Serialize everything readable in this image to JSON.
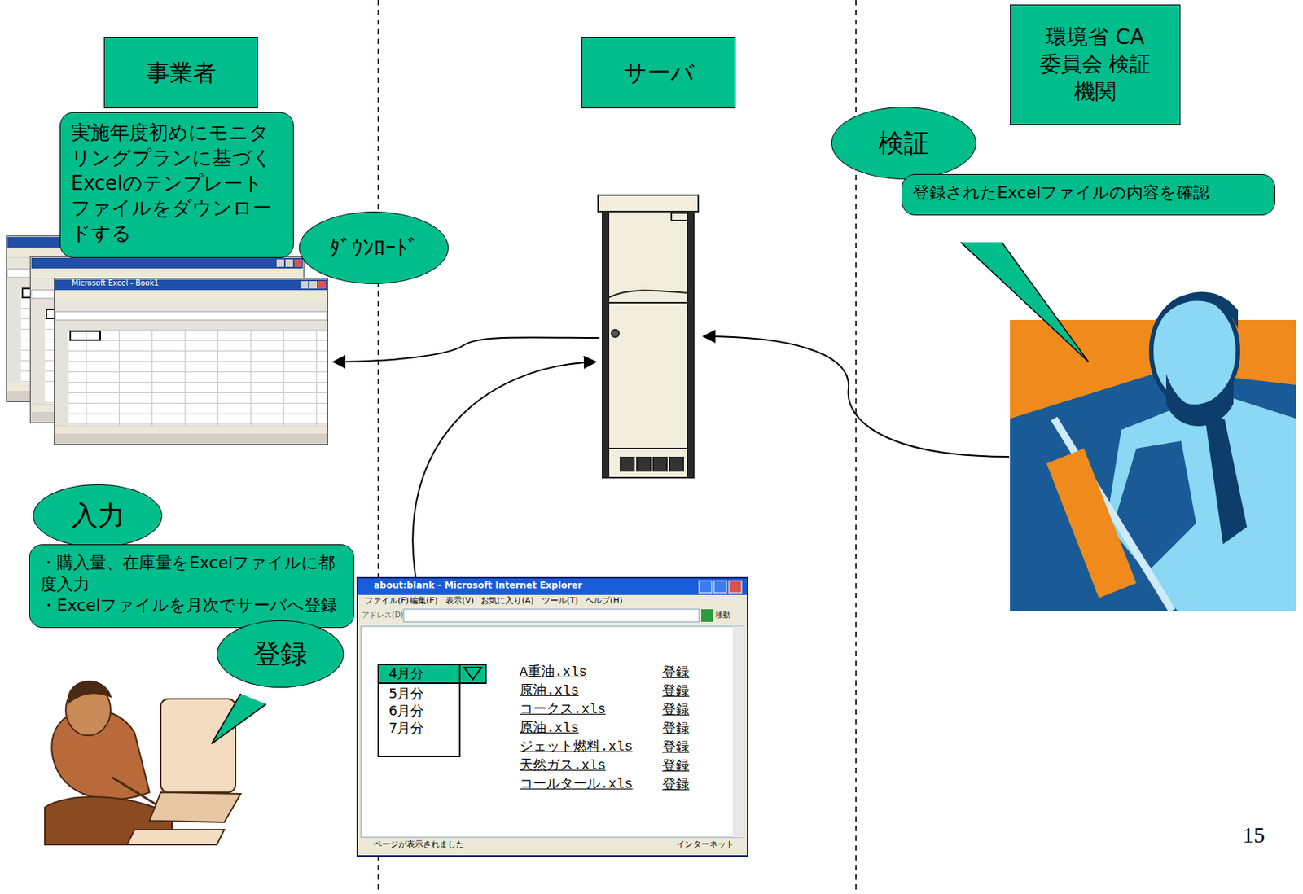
{
  "diagram": {
    "nodes": [
      {
        "text": [
          "事業者"
        ]
      },
      {
        "text": [
          "サーバ"
        ]
      },
      {
        "text": [
          "環境省 CA委員会 検証機関"
        ]
      },
      {
        "text": [
          "実施年度初めにモニタリングプランに基づくExcelのテンプレートファイルをダウンロードする"
        ]
      },
      {
        "text": [
          "ﾀﾞｳﾝﾛｰﾄﾞ"
        ]
      },
      {
        "text": [
          "検証"
        ]
      },
      {
        "text": [
          "登録されたExcelファイルの内容を確認"
        ]
      },
      {
        "text": [
          "入力"
        ]
      },
      {
        "text": [
          "・購入量、在庫量をExcelファイルに都度入力",
          "・Excelファイルを月次でサーバへ登録"
        ]
      },
      {
        "text": [
          "登録"
        ]
      }
    ],
    "labels": [
      "Microsoft Excel - Book1",
      "about:blank - Microsoft Internet Explorer",
      "ファイル(F)",
      "編集(E)",
      "表示(V)",
      "お気に入り(A)",
      "ツール(T)",
      "ヘルプ(H)",
      "アドレス(D)",
      "移動",
      "ページが表示されました",
      "インターネット",
      "4月分",
      "5月分",
      "6月分",
      "7月分",
      "A重油.xls",
      "登録",
      "原油.xls",
      "登録",
      "コークス.xls",
      "登録",
      "原油.xls",
      "登録",
      "ジェット燃料.xls",
      "登録",
      "天然ガス.xls",
      "登録",
      "コールタール.xls",
      "登録",
      "15"
    ]
  }
}
